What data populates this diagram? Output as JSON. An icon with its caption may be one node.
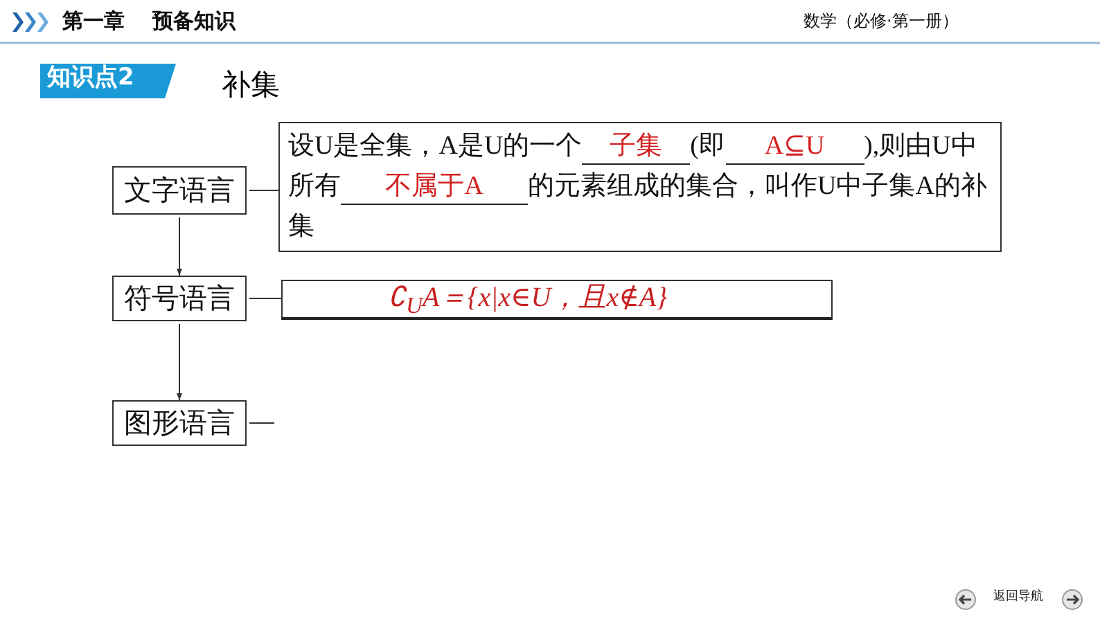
{
  "diagram": {
    "title": "补集",
    "nodes": [
      {
        "text": [
          "文字语言"
        ]
      },
      {
        "text": [
          "设U是全集，A是U的一个",
          "子集",
          "(即",
          "A⊆U",
          "),",
          "则由U中所有",
          "不属于A",
          "的元素组成的集合，叫作U中子集A的补集"
        ]
      },
      {
        "text": [
          "符号语言"
        ]
      },
      {
        "text": [
          "∁$_{U}$A＝{x|x∈U，且x∉A}"
        ]
      },
      {
        "text": [
          "图形语言"
        ]
      }
    ],
    "edges": [
      {
        "from": 0,
        "to": 1,
        "arrow": "none"
      },
      {
        "from": 0,
        "to": 2,
        "arrow": "to"
      },
      {
        "from": 2,
        "to": 3,
        "arrow": "none"
      },
      {
        "from": 2,
        "to": 4,
        "arrow": "to"
      },
      {
        "from": 4,
        "to": null,
        "arrow": "none"
      }
    ],
    "labels": [
      "第一章",
      "预备知识",
      "数学（必修·第一册）",
      "知识点2",
      "返回导航"
    ]
  }
}
